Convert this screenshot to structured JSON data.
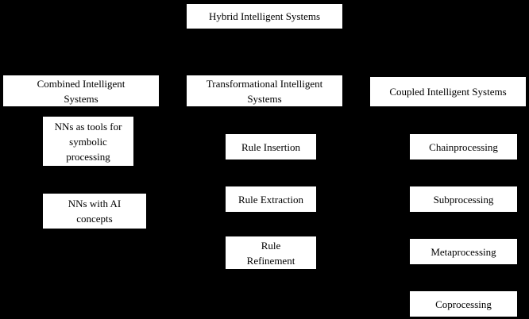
{
  "diagram": {
    "root": {
      "label": "Hybrid Intelligent Systems"
    },
    "categories": [
      {
        "label": "Combined Intelligent Systems",
        "children": [
          {
            "label": "NNs as tools for symbolic processing"
          },
          {
            "label": "NNs with AI concepts"
          }
        ]
      },
      {
        "label": "Transformational Intelligent Systems",
        "children": [
          {
            "label": "Rule Insertion"
          },
          {
            "label": "Rule Extraction"
          },
          {
            "label": "Rule Refinement"
          }
        ]
      },
      {
        "label": "Coupled Intelligent Systems",
        "children": [
          {
            "label": "Chainprocessing"
          },
          {
            "label": "Subprocessing"
          },
          {
            "label": "Metaprocessing"
          },
          {
            "label": "Coprocessing"
          }
        ]
      }
    ],
    "colors": {
      "background": "#000000",
      "box_fill": "#ffffff",
      "text": "#000000"
    }
  }
}
